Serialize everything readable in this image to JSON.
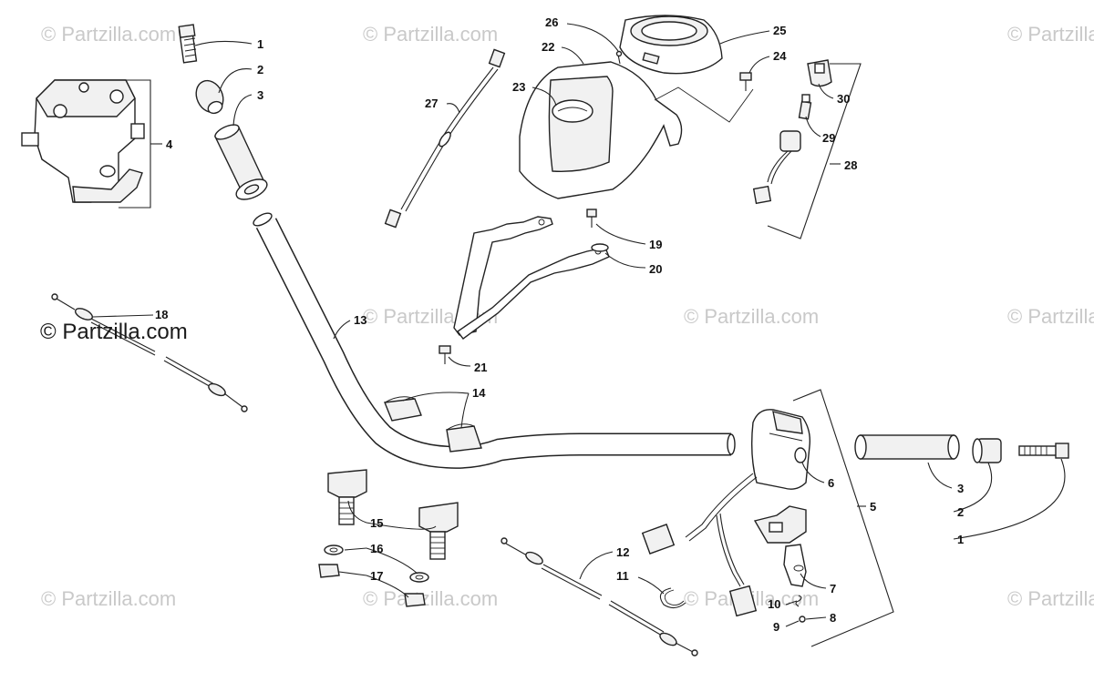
{
  "watermark": {
    "text": "© Partzilla.com",
    "prominent_text": "© Partzilla.com"
  },
  "callouts": [
    {
      "id": "c1a",
      "label": "1"
    },
    {
      "id": "c2a",
      "label": "2"
    },
    {
      "id": "c3a",
      "label": "3"
    },
    {
      "id": "c4",
      "label": "4"
    },
    {
      "id": "c18",
      "label": "18"
    },
    {
      "id": "c13",
      "label": "13"
    },
    {
      "id": "c27",
      "label": "27"
    },
    {
      "id": "c26",
      "label": "26"
    },
    {
      "id": "c22",
      "label": "22"
    },
    {
      "id": "c23",
      "label": "23"
    },
    {
      "id": "c25",
      "label": "25"
    },
    {
      "id": "c24",
      "label": "24"
    },
    {
      "id": "c30",
      "label": "30"
    },
    {
      "id": "c29",
      "label": "29"
    },
    {
      "id": "c28",
      "label": "28"
    },
    {
      "id": "c19",
      "label": "19"
    },
    {
      "id": "c20",
      "label": "20"
    },
    {
      "id": "c21",
      "label": "21"
    },
    {
      "id": "c14",
      "label": "14"
    },
    {
      "id": "c15",
      "label": "15"
    },
    {
      "id": "c16",
      "label": "16"
    },
    {
      "id": "c17",
      "label": "17"
    },
    {
      "id": "c12",
      "label": "12"
    },
    {
      "id": "c11",
      "label": "11"
    },
    {
      "id": "c6",
      "label": "6"
    },
    {
      "id": "c5",
      "label": "5"
    },
    {
      "id": "c3b",
      "label": "3"
    },
    {
      "id": "c2b",
      "label": "2"
    },
    {
      "id": "c1b",
      "label": "1"
    },
    {
      "id": "c7",
      "label": "7"
    },
    {
      "id": "c10",
      "label": "10"
    },
    {
      "id": "c8",
      "label": "8"
    },
    {
      "id": "c9",
      "label": "9"
    }
  ]
}
